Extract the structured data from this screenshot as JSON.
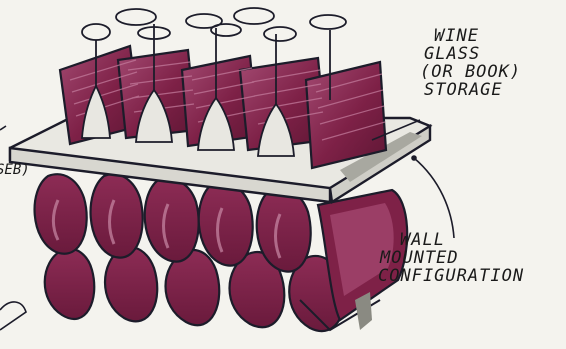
{
  "annotations": {
    "wine_glass_storage": [
      "WINE",
      "GLASS",
      "(OR BOOK)",
      "STORAGE"
    ],
    "wall_mounted": [
      "WALL",
      "MOUNTED",
      "CONFIGURATION"
    ]
  },
  "cropped_text": {
    "left_fragment": "SEB)"
  },
  "colors": {
    "paper": "#f4f3ee",
    "wine": "#7e2147",
    "wine_highlight": "#a85a7a",
    "shelf": "#e9e8e2",
    "shadow": "#9a9a92",
    "ink": "#1c1c2a"
  }
}
